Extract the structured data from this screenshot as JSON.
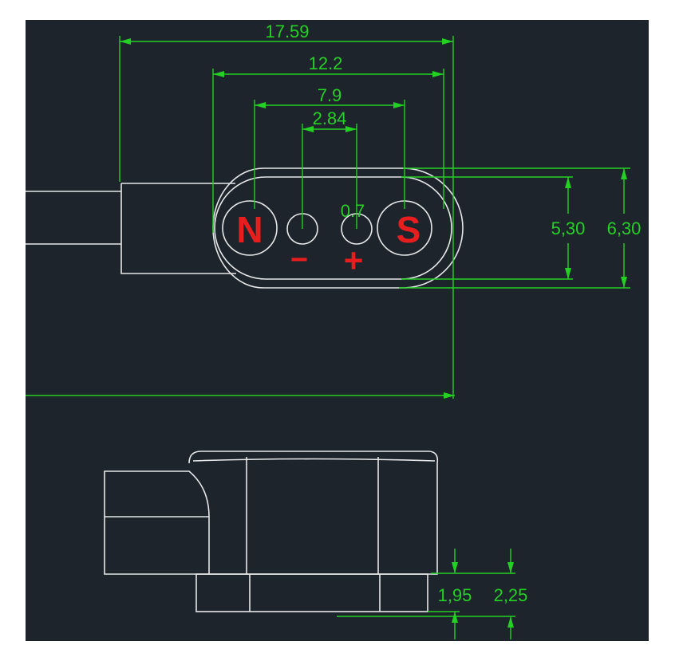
{
  "colors": {
    "background": "#1e242b",
    "outline": "#e6e8ea",
    "dimension": "#25d025",
    "pole": "#e81e1e",
    "sign": "#e81e1e"
  },
  "dimensions": {
    "overall_width": "17.59",
    "body_width": "12.2",
    "outer_pin_pitch": "7.9",
    "inner_pin_pitch": "2.84",
    "pin_diameter": "0.7",
    "inner_height": "5,30",
    "outer_height": "6,30",
    "step_small": "1,95",
    "step_large": "2,25"
  },
  "poles": {
    "north": "N",
    "south": "S"
  },
  "signs": {
    "negative": "−",
    "positive": "+"
  }
}
